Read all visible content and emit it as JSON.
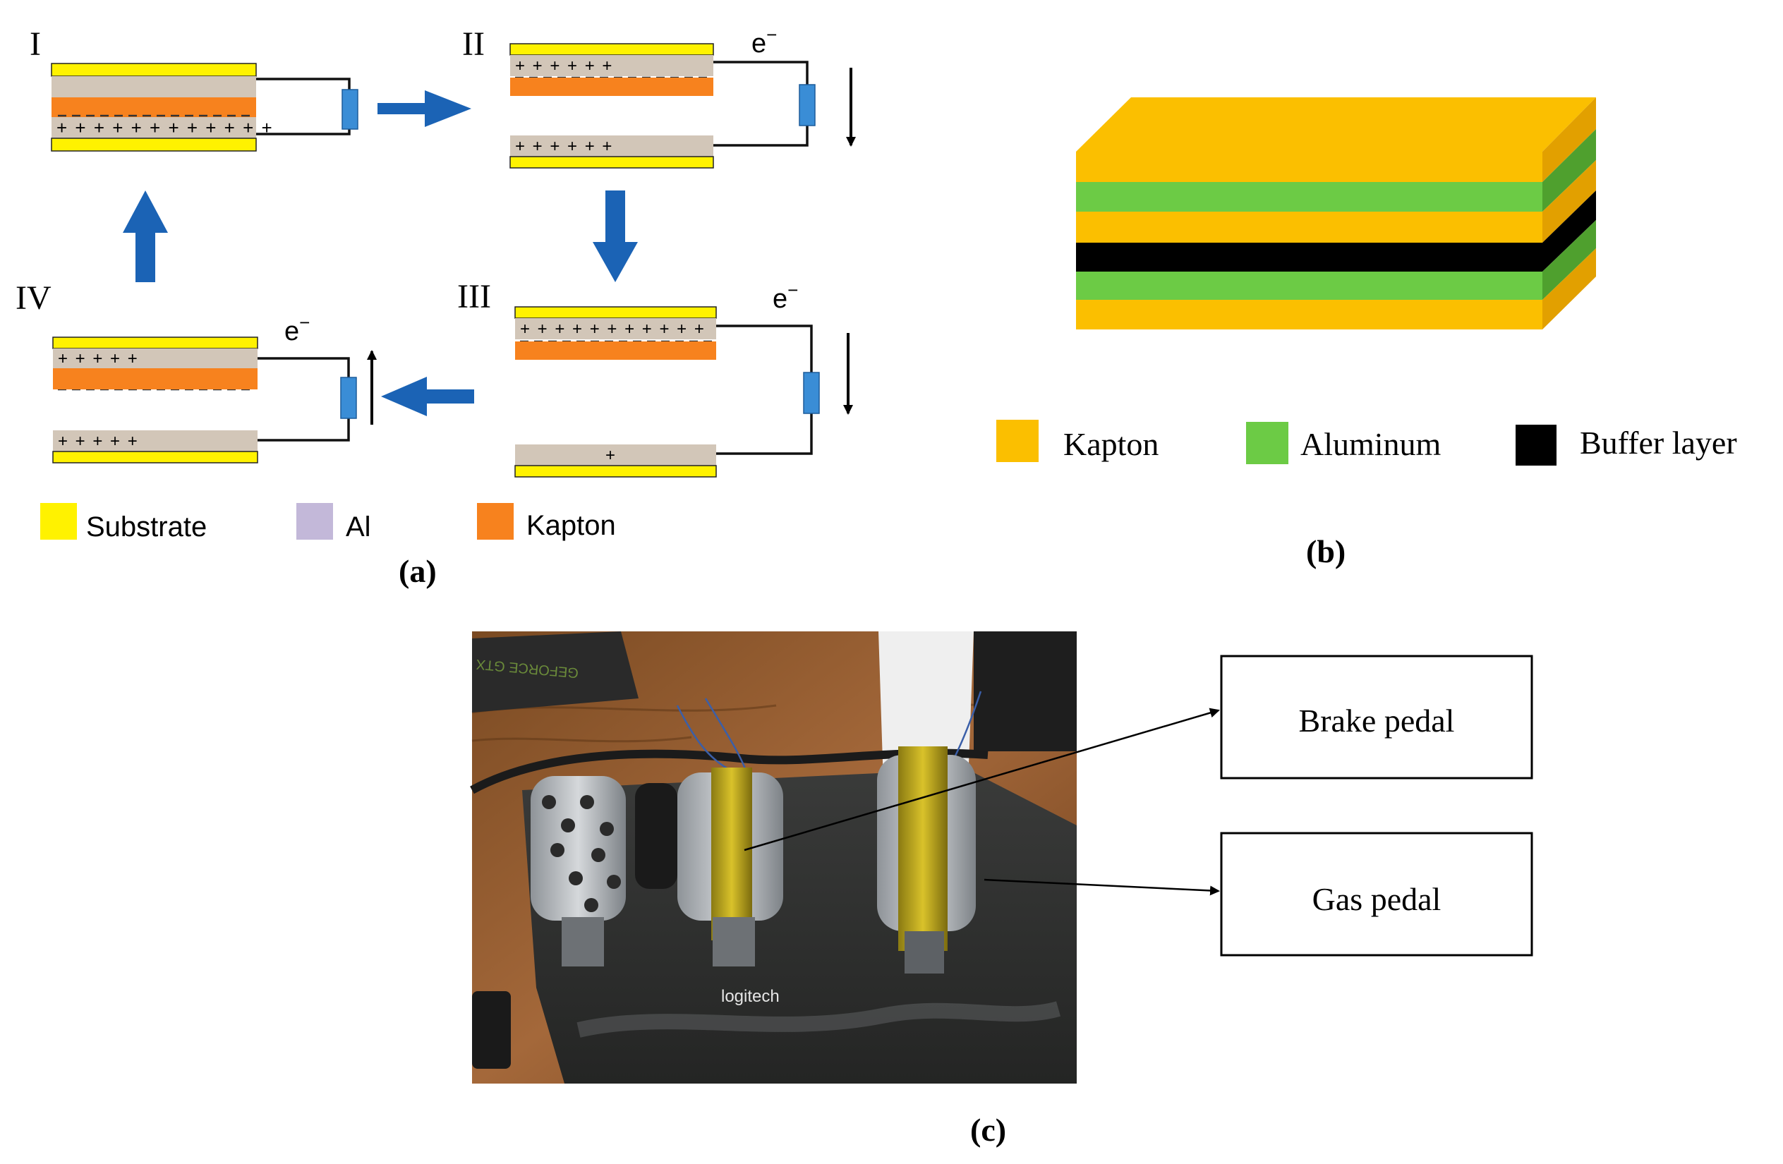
{
  "panel_a": {
    "caption": "(a)",
    "steps": [
      {
        "numeral": "I"
      },
      {
        "numeral": "II",
        "electron": "e",
        "electron_sup": "−"
      },
      {
        "numeral": "III",
        "electron": "e",
        "electron_sup": "−"
      },
      {
        "numeral": "IV",
        "electron": "e",
        "electron_sup": "−"
      }
    ],
    "legend": [
      {
        "label": "Substrate",
        "color": "#FFF200"
      },
      {
        "label": "Al",
        "color": "#C3B8D9"
      },
      {
        "label": "Kapton",
        "color": "#F7821E"
      }
    ],
    "colors": {
      "substrate": "#FFF200",
      "aluminum": "#D2C6B8",
      "kapton": "#F7821E",
      "arrow": "#1B63B5",
      "resistor": "#3A8DD6"
    }
  },
  "panel_b": {
    "caption": "(b)",
    "legend": [
      {
        "label": "Kapton",
        "color": "#FBBF00"
      },
      {
        "label": "Aluminum",
        "color": "#6CCB45"
      },
      {
        "label": "Buffer layer",
        "color": "#000000"
      }
    ]
  },
  "panel_c": {
    "caption": "(c)",
    "callouts": [
      {
        "label": "Brake pedal"
      },
      {
        "label": "Gas pedal"
      }
    ],
    "photo_brand": "logitech"
  }
}
